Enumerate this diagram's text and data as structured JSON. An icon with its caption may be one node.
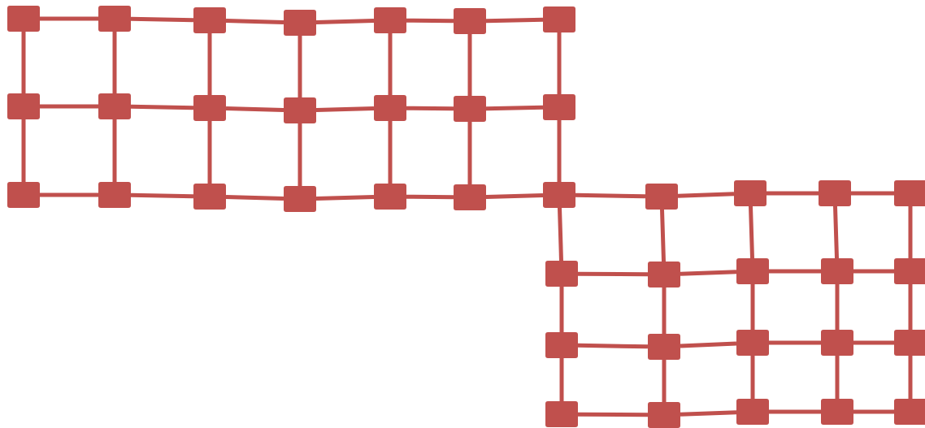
{
  "diagram": {
    "nodes": [
      {
        "text": [],
        "shape": "box"
      },
      {
        "text": [],
        "shape": "box"
      },
      {
        "text": [],
        "shape": "box"
      },
      {
        "text": [],
        "shape": "box"
      },
      {
        "text": [],
        "shape": "box"
      },
      {
        "text": [],
        "shape": "box"
      },
      {
        "text": [],
        "shape": "box"
      },
      {
        "text": [],
        "shape": "box"
      },
      {
        "text": [],
        "shape": "box"
      },
      {
        "text": [],
        "shape": "box"
      },
      {
        "text": [],
        "shape": "box"
      },
      {
        "text": [],
        "shape": "box"
      },
      {
        "text": [],
        "shape": "box"
      },
      {
        "text": [],
        "shape": "box"
      },
      {
        "text": [],
        "shape": "box"
      },
      {
        "text": [],
        "shape": "box"
      },
      {
        "text": [],
        "shape": "box"
      },
      {
        "text": [],
        "shape": "box"
      },
      {
        "text": [],
        "shape": "box"
      },
      {
        "text": [],
        "shape": "box"
      },
      {
        "text": [],
        "shape": "box"
      },
      {
        "text": [],
        "shape": "box"
      },
      {
        "text": [],
        "shape": "box"
      },
      {
        "text": [],
        "shape": "box"
      },
      {
        "text": [],
        "shape": "box"
      },
      {
        "text": [],
        "shape": "box"
      },
      {
        "text": [],
        "shape": "box"
      },
      {
        "text": [],
        "shape": "box"
      },
      {
        "text": [],
        "shape": "box"
      },
      {
        "text": [],
        "shape": "box"
      },
      {
        "text": [],
        "shape": "box"
      },
      {
        "text": [],
        "shape": "box"
      },
      {
        "text": [],
        "shape": "box"
      },
      {
        "text": [],
        "shape": "box"
      },
      {
        "text": [],
        "shape": "box"
      },
      {
        "text": [],
        "shape": "box"
      },
      {
        "text": [],
        "shape": "box"
      },
      {
        "text": [],
        "shape": "box"
      },
      {
        "text": [],
        "shape": "box"
      },
      {
        "text": [],
        "shape": "box"
      }
    ],
    "edges": [
      {
        "from": 0,
        "to": 1,
        "arrow": "none"
      },
      {
        "from": 1,
        "to": 2,
        "arrow": "none"
      },
      {
        "from": 2,
        "to": 3,
        "arrow": "none"
      },
      {
        "from": 3,
        "to": 4,
        "arrow": "none"
      },
      {
        "from": 4,
        "to": 5,
        "arrow": "none"
      },
      {
        "from": 5,
        "to": 6,
        "arrow": "none"
      },
      {
        "from": 7,
        "to": 8,
        "arrow": "none"
      },
      {
        "from": 8,
        "to": 9,
        "arrow": "none"
      },
      {
        "from": 9,
        "to": 10,
        "arrow": "none"
      },
      {
        "from": 10,
        "to": 11,
        "arrow": "none"
      },
      {
        "from": 11,
        "to": 12,
        "arrow": "none"
      },
      {
        "from": 12,
        "to": 13,
        "arrow": "none"
      },
      {
        "from": 14,
        "to": 15,
        "arrow": "none"
      },
      {
        "from": 15,
        "to": 16,
        "arrow": "none"
      },
      {
        "from": 16,
        "to": 17,
        "arrow": "none"
      },
      {
        "from": 17,
        "to": 18,
        "arrow": "none"
      },
      {
        "from": 18,
        "to": 19,
        "arrow": "none"
      },
      {
        "from": 19,
        "to": 20,
        "arrow": "none"
      },
      {
        "from": 20,
        "to": 21,
        "arrow": "none"
      },
      {
        "from": 21,
        "to": 22,
        "arrow": "none"
      },
      {
        "from": 22,
        "to": 23,
        "arrow": "none"
      },
      {
        "from": 23,
        "to": 24,
        "arrow": "none"
      },
      {
        "from": 25,
        "to": 26,
        "arrow": "none"
      },
      {
        "from": 26,
        "to": 27,
        "arrow": "none"
      },
      {
        "from": 27,
        "to": 28,
        "arrow": "none"
      },
      {
        "from": 28,
        "to": 29,
        "arrow": "none"
      },
      {
        "from": 30,
        "to": 31,
        "arrow": "none"
      },
      {
        "from": 31,
        "to": 32,
        "arrow": "none"
      },
      {
        "from": 32,
        "to": 33,
        "arrow": "none"
      },
      {
        "from": 33,
        "to": 34,
        "arrow": "none"
      },
      {
        "from": 35,
        "to": 36,
        "arrow": "none"
      },
      {
        "from": 36,
        "to": 37,
        "arrow": "none"
      },
      {
        "from": 37,
        "to": 38,
        "arrow": "none"
      },
      {
        "from": 38,
        "to": 39,
        "arrow": "none"
      },
      {
        "from": 0,
        "to": 7,
        "arrow": "none"
      },
      {
        "from": 7,
        "to": 14,
        "arrow": "none"
      },
      {
        "from": 1,
        "to": 8,
        "arrow": "none"
      },
      {
        "from": 8,
        "to": 15,
        "arrow": "none"
      },
      {
        "from": 2,
        "to": 9,
        "arrow": "none"
      },
      {
        "from": 9,
        "to": 16,
        "arrow": "none"
      },
      {
        "from": 3,
        "to": 10,
        "arrow": "none"
      },
      {
        "from": 10,
        "to": 17,
        "arrow": "none"
      },
      {
        "from": 4,
        "to": 11,
        "arrow": "none"
      },
      {
        "from": 11,
        "to": 18,
        "arrow": "none"
      },
      {
        "from": 5,
        "to": 12,
        "arrow": "none"
      },
      {
        "from": 12,
        "to": 19,
        "arrow": "none"
      },
      {
        "from": 6,
        "to": 13,
        "arrow": "none"
      },
      {
        "from": 13,
        "to": 20,
        "arrow": "none"
      },
      {
        "from": 20,
        "to": 25,
        "arrow": "none"
      },
      {
        "from": 25,
        "to": 30,
        "arrow": "none"
      },
      {
        "from": 30,
        "to": 35,
        "arrow": "none"
      },
      {
        "from": 21,
        "to": 26,
        "arrow": "none"
      },
      {
        "from": 26,
        "to": 31,
        "arrow": "none"
      },
      {
        "from": 31,
        "to": 36,
        "arrow": "none"
      },
      {
        "from": 22,
        "to": 27,
        "arrow": "none"
      },
      {
        "from": 27,
        "to": 32,
        "arrow": "none"
      },
      {
        "from": 32,
        "to": 37,
        "arrow": "none"
      },
      {
        "from": 23,
        "to": 28,
        "arrow": "none"
      },
      {
        "from": 28,
        "to": 33,
        "arrow": "none"
      },
      {
        "from": 33,
        "to": 38,
        "arrow": "none"
      },
      {
        "from": 24,
        "to": 29,
        "arrow": "none"
      },
      {
        "from": 29,
        "to": 34,
        "arrow": "none"
      },
      {
        "from": 34,
        "to": 39,
        "arrow": "none"
      }
    ]
  }
}
